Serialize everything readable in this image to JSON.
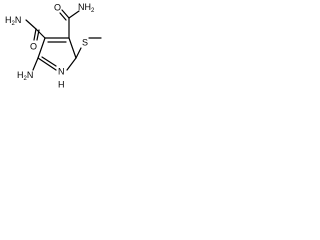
{
  "molecule": {
    "labels": {
      "nh2_top": "NH",
      "nh2_top_sub": "2",
      "h2n_left": "H",
      "h2n_left_sub": "2",
      "h2n_left_n": "N",
      "o_left": "O",
      "o_right": "O",
      "s_right": "S",
      "nh_ring_n": "N",
      "nh_ring_h": "H",
      "h2n_bottom": "H",
      "h2n_bottom_sub": "2",
      "h2n_bottom_n": "N"
    },
    "colors": {
      "bond": "#000000",
      "text": "#000000",
      "background": "#ffffff"
    }
  }
}
